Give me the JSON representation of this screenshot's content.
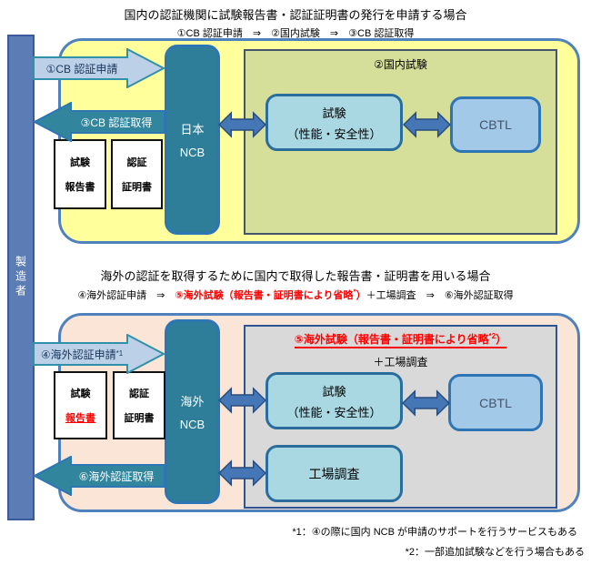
{
  "manufacturer": "製造者",
  "section1": {
    "title": "国内の認証機関に試験報告書・認証証明書の発行を申請する場合",
    "flow": "①CB 認証申請　⇒　②国内試験　⇒　③CB 認証取得",
    "arrow_apply": "①CB 認証申請",
    "arrow_obtain": "③CB 認証取得",
    "ncb_line1": "日本",
    "ncb_line2": "NCB",
    "domestic_label": "②国内試験",
    "test_line1": "試験",
    "test_line2": "（性能・安全性）",
    "cbtl": "CBTL",
    "doc1_line1": "試験",
    "doc1_line2": "報告書",
    "doc2_line1": "認証",
    "doc2_line2": "証明書"
  },
  "section2": {
    "title": "海外の認証を取得するために国内で取得した報告書・証明書を用いる場合",
    "flow_pre": "④海外認証申請　⇒　",
    "flow_red": "⑤海外試験（報告書・証明書により省略",
    "flow_red_sup": "*",
    "flow_red_close": "）",
    "flow_post": "＋工場調査　⇒　⑥海外認証取得",
    "arrow_apply": "④海外認証申請",
    "arrow_apply_sup": "*1",
    "arrow_obtain": "⑥海外認証取得",
    "ncb_line1": "海外",
    "ncb_line2": "NCB",
    "overseas_title": "⑤海外試験（報告書・証明書により省略",
    "overseas_title_sup": "*2",
    "overseas_title_close": "）",
    "plus_factory": "＋工場調査",
    "test_line1": "試験",
    "test_line2": "（性能・安全性）",
    "cbtl": "CBTL",
    "factory": "工場調査",
    "doc1_line1": "試験",
    "doc1_line2": "報告書",
    "doc2_line1": "認証",
    "doc2_line2": "証明書"
  },
  "notes": {
    "note1": "*1：④の際に国内 NCB が申請のサポートを行うサービスもある",
    "note2": "*2：一部追加試験などを行う場合もある"
  },
  "colors": {
    "yellow_container": "#ffff9c",
    "peach_container": "#fbe5d6",
    "olive_area": "#d5df99",
    "gray_area": "#d9d9d9",
    "ncb_teal": "#2e7e99",
    "container_border_blue": "#4f81bd",
    "process_box_blue": "#a9d7e2",
    "cbtl_box_blue": "#a2c9e8",
    "apply_arrow_fill": "#bcd0e8",
    "obtain_arrow_fill": "#31859c",
    "double_arrow_fill": "#4576b5",
    "manufacturer_bar": "#5b7cb5",
    "accent_red": "#ff0000"
  }
}
